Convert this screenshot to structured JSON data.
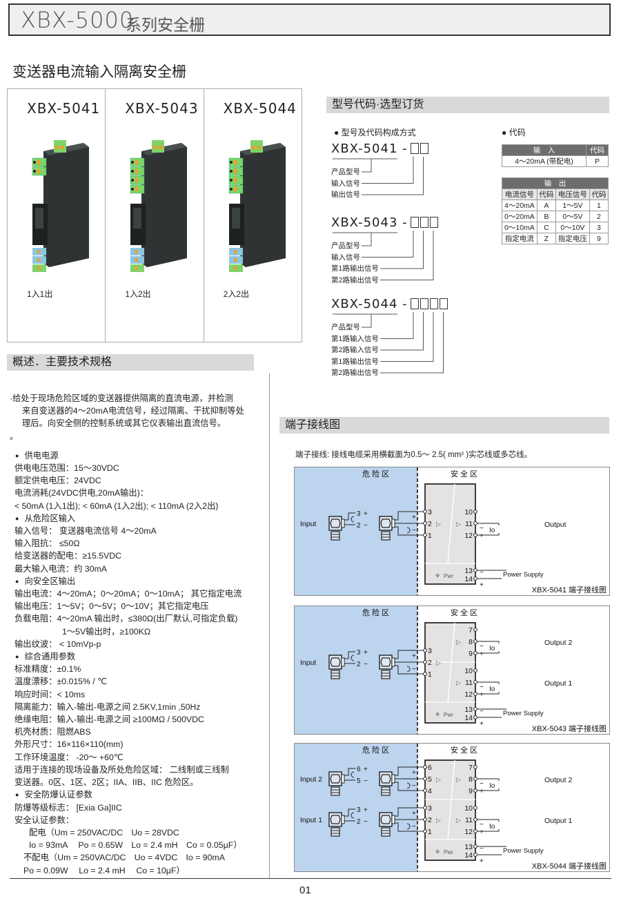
{
  "header": {
    "series": "XBX-5000",
    "title": "系列安全栅"
  },
  "subtitle": "变送器电流输入隔离安全栅",
  "products": [
    {
      "model": "XBX-5041",
      "caption": "1入1出"
    },
    {
      "model": "XBX-5043",
      "caption": "1入2出"
    },
    {
      "model": "XBX-5044",
      "caption": "2入2出"
    }
  ],
  "order": {
    "section_title": "型号代码·选型订货",
    "composition_heading": "型号及代码构成方式",
    "code_heading": "代码",
    "blocks": [
      {
        "model": "XBX-5041 -",
        "labels": [
          "产品型号",
          "输入信号",
          "输出信号"
        ]
      },
      {
        "model": "XBX-5043 -",
        "labels": [
          "产品型号",
          "输入信号",
          "第1路输出信号",
          "第2路输出信号"
        ]
      },
      {
        "model": "XBX-5044 -",
        "labels": [
          "产品型号",
          "第1路输入信号",
          "第2路输入信号",
          "第1路输出信号",
          "第2路输出信号"
        ]
      }
    ],
    "input_table": {
      "headers": [
        "输　入",
        "代码"
      ],
      "rows": [
        [
          "4～20mA (带配电)",
          "P"
        ]
      ]
    },
    "output_table": {
      "title": "输　出",
      "headers": [
        "电流信号",
        "代码",
        "电压信号",
        "代码"
      ],
      "rows": [
        [
          "4～20mA",
          "A",
          "1～5V",
          "1"
        ],
        [
          "0～20mA",
          "B",
          "0～5V",
          "2"
        ],
        [
          "0～10mA",
          "C",
          "0～10V",
          "3"
        ],
        [
          "指定电流",
          "Z",
          "指定电压",
          "9"
        ]
      ]
    }
  },
  "specs": {
    "section_title": "概述．主要技术规格",
    "lines": [
      {
        "t": "·给处于现场危险区域的变送器提供隔离的直流电源，并检测",
        "c": ""
      },
      {
        "t": "来自变送器的4～20mA电流信号，经过隔离、干扰抑制等处",
        "c": "ind"
      },
      {
        "t": "理后。向安全侧的控制系统或其它仪表输出直流信号。",
        "c": "ind"
      },
      {
        "t": "。",
        "c": ""
      },
      {
        "t": "供电电源",
        "c": "bhead"
      },
      {
        "t": "供电电压范围：15～30VDC",
        "c": "p"
      },
      {
        "t": "额定供电电压：24VDC",
        "c": "p"
      },
      {
        "t": "电流消耗(24VDC供电,20mA输出)：",
        "c": "p"
      },
      {
        "t": "< 50mA (1入1出); < 60mA (1入2出); < 110mA (2入2出)",
        "c": "p"
      },
      {
        "t": "从危险区输入",
        "c": "bhead"
      },
      {
        "t": "输入信号： 变送器电流信号 4～20mA",
        "c": "p"
      },
      {
        "t": "输入阻抗： ≤50Ω",
        "c": "p"
      },
      {
        "t": "给变送器的配电：≥15.5VDC",
        "c": "p"
      },
      {
        "t": "最大输入电流：约 30mA",
        "c": "p"
      },
      {
        "t": "向安全区输出",
        "c": "bhead"
      },
      {
        "t": "输出电流：4～20mA；0～20mA；0～10mA； 其它指定电流",
        "c": "p"
      },
      {
        "t": "输出电压：1～5V；0～5V；0～10V；其它指定电压",
        "c": "p"
      },
      {
        "t": "负载电阻：4～20mA 输出时，≤380Ω(出厂默认,可指定负载)",
        "c": "p"
      },
      {
        "t": "1～5V输出时，≥100KΩ",
        "c": "ind2"
      },
      {
        "t": "输出纹波： < 10mVp-p",
        "c": "p"
      },
      {
        "t": "综合通用参数",
        "c": "bhead"
      },
      {
        "t": "标准精度：±0.1%",
        "c": "p"
      },
      {
        "t": "温度漂移：±0.015% / ℃",
        "c": "p"
      },
      {
        "t": "响应时间：< 10ms",
        "c": "p"
      },
      {
        "t": "隔离能力：输入-输出-电源之间 2.5KV,1min ,50Hz",
        "c": "p"
      },
      {
        "t": "绝缘电阻：输入-输出-电源之间 ≥100MΩ / 500VDC",
        "c": "p"
      },
      {
        "t": "机壳材质：阻燃ABS",
        "c": "p"
      },
      {
        "t": "外形尺寸：16×116×110(mm)",
        "c": "p"
      },
      {
        "t": "工作环境温度： -20～ +60℃",
        "c": "p"
      },
      {
        "t": "适用于连接的现场设备及所处危险区域： 二线制或三线制",
        "c": "p"
      },
      {
        "t": "变送器。0区、1区、2区；IIA、IIB、IIC 危险区。",
        "c": "p"
      },
      {
        "t": "安全防爆认证参数",
        "c": "bhead"
      },
      {
        "t": "防爆等级标志： [Exia Ga]IIC",
        "c": "p"
      },
      {
        "t": "安全认证参数：",
        "c": "p"
      },
      {
        "t": "配电（Um = 250VAC/DC　Uo = 28VDC",
        "c": "ind3"
      },
      {
        "t": "Io = 93mA　 Po = 0.65W　Lo = 2.4 mH　Co = 0.05μF）",
        "c": "ind3"
      },
      {
        "t": "不配电（Um = 250VAC/DC　Uo = 4VDC　Io = 90mA",
        "c": "ind4"
      },
      {
        "t": "Po = 0.09W　 Lo = 2.4 mH　 Co = 10μF）",
        "c": "ind4"
      }
    ]
  },
  "wiring": {
    "section_title": "端子接线图",
    "note": "端子接线: 接线电缆采用横截面为0.5～ 2.5( mm² )实芯线或多芯线。",
    "diagrams": [
      {
        "hazard_zone": "危 险 区",
        "safe_zone": "安 全 区",
        "caption": "XBX-5041  端子接线图",
        "pwr": "Pwr",
        "power_label": "Power Supply",
        "power_terms": [
          "13",
          "14"
        ],
        "inputs": [
          {
            "label": "Input",
            "terms": [
              "3",
              "2",
              "1"
            ]
          }
        ],
        "outputs": [
          {
            "label": "Output",
            "terms": [
              "10",
              "11",
              "12"
            ]
          }
        ],
        "io": "Io"
      },
      {
        "hazard_zone": "危 险 区",
        "safe_zone": "安 全 区",
        "caption": "XBX-5043  端子接线图",
        "pwr": "Pwr",
        "power_label": "Power Supply",
        "power_terms": [
          "13",
          "14"
        ],
        "inputs": [
          {
            "label": "Input",
            "terms": [
              "3",
              "2",
              "1"
            ]
          }
        ],
        "outputs": [
          {
            "label": "Output 2",
            "terms": [
              "7",
              "8",
              "9"
            ]
          },
          {
            "label": "Output 1",
            "terms": [
              "10",
              "11",
              "12"
            ]
          }
        ],
        "io": "Io"
      },
      {
        "hazard_zone": "危 险 区",
        "safe_zone": "安 全 区",
        "caption": "XBX-5044  端子接线图",
        "pwr": "Pwr",
        "power_label": "Power Supply",
        "power_terms": [
          "13",
          "14"
        ],
        "inputs": [
          {
            "label": "Input 2",
            "terms": [
              "6",
              "5",
              "4"
            ]
          },
          {
            "label": "Input 1",
            "terms": [
              "3",
              "2",
              "1"
            ]
          }
        ],
        "outputs": [
          {
            "label": "Output 2",
            "terms": [
              "7",
              "8",
              "9"
            ]
          },
          {
            "label": "Output 1",
            "terms": [
              "10",
              "11",
              "12"
            ]
          }
        ],
        "io": "Io"
      }
    ]
  },
  "page_number": "01",
  "colors": {
    "hazard_zone_bg": "#bcd4ee",
    "section_bar": "#d9d9d9",
    "table_header": "#6d6d6d",
    "module_body": "#2f3333",
    "terminal_green": "#7fd36a",
    "terminal_blue": "#8cc6de"
  }
}
